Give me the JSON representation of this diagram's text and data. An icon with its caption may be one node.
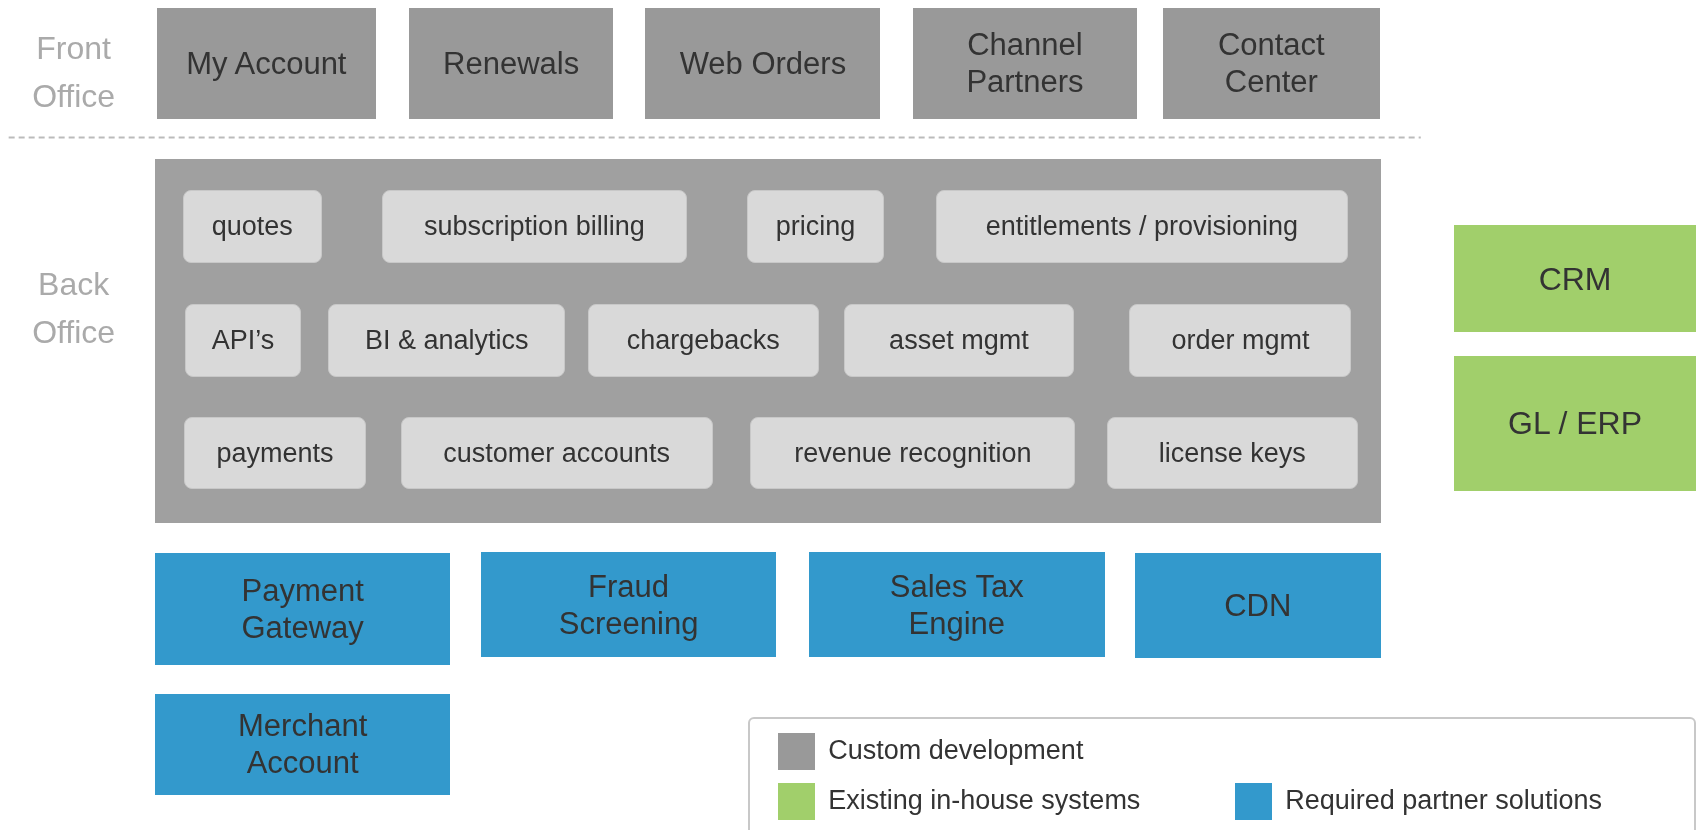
{
  "diagram": {
    "nodes": [
      {
        "text": [
          "My Account"
        ]
      },
      {
        "text": [
          "Renewals"
        ]
      },
      {
        "text": [
          "Web Orders"
        ]
      },
      {
        "text": [
          "Channel Partners"
        ]
      },
      {
        "text": [
          "Contact Center"
        ]
      },
      {
        "text": [],
        "shape": "box"
      },
      {
        "text": [
          "quotes"
        ],
        "in": 5
      },
      {
        "text": [
          "subscription billing"
        ],
        "in": 5
      },
      {
        "text": [
          "pricing"
        ],
        "in": 5
      },
      {
        "text": [
          "entitlements / provisioning"
        ],
        "in": 5
      },
      {
        "text": [
          "API’s"
        ],
        "in": 5
      },
      {
        "text": [
          "BI & analytics"
        ],
        "in": 5
      },
      {
        "text": [
          "chargebacks"
        ],
        "in": 5
      },
      {
        "text": [
          "asset mgmt"
        ],
        "in": 5
      },
      {
        "text": [
          "order mgmt"
        ],
        "in": 5
      },
      {
        "text": [
          "payments"
        ],
        "in": 5
      },
      {
        "text": [
          "customer accounts"
        ],
        "in": 5
      },
      {
        "text": [
          "revenue recognition"
        ],
        "in": 5
      },
      {
        "text": [
          "license keys"
        ],
        "in": 5
      },
      {
        "text": [
          "CRM"
        ]
      },
      {
        "text": [
          "GL / ERP"
        ]
      },
      {
        "text": [
          "Payment Gateway"
        ]
      },
      {
        "text": [
          "Fraud Screening"
        ]
      },
      {
        "text": [
          "Sales Tax Engine"
        ]
      },
      {
        "text": [
          "CDN"
        ]
      },
      {
        "text": [
          "Merchant Account"
        ]
      }
    ],
    "edges": [],
    "labels": [
      "Front Office",
      "Back Office"
    ],
    "legend": [
      {
        "text": "Custom development",
        "color": "#999999"
      },
      {
        "text": "Existing in-house systems",
        "color": "#a1cf6b"
      },
      {
        "text": "Required partner solutions",
        "color": "#3399cc"
      }
    ]
  }
}
